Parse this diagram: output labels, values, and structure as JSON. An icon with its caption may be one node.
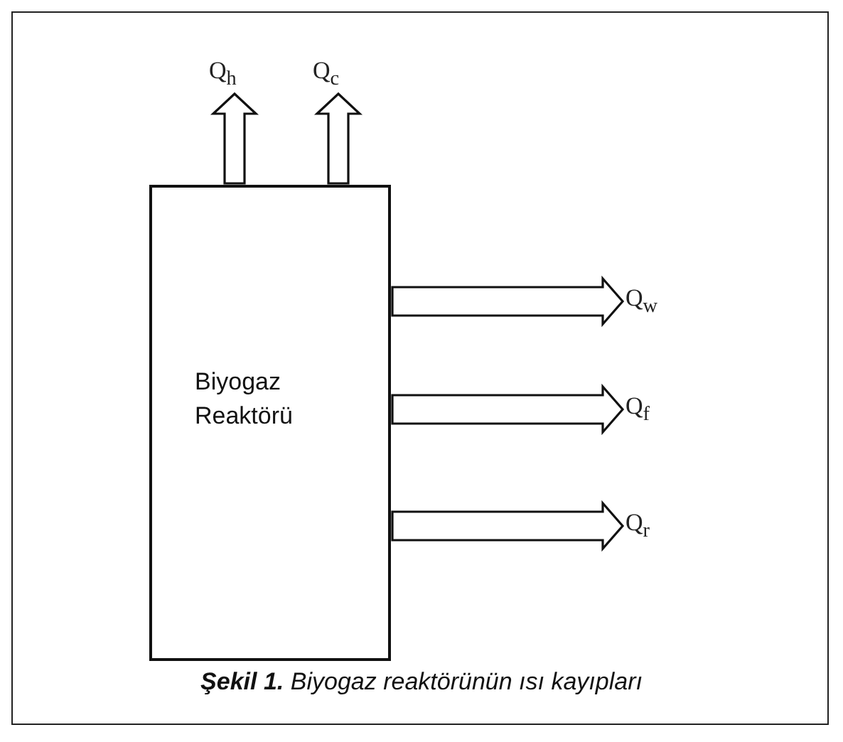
{
  "diagram": {
    "caption": "**Şekil 1.** Biyogaz reaktörünün ısı kayıpları",
    "nodes": [
      {
        "text": [
          "Biyogaz Reaktörü"
        ]
      },
      {
        "text": [
          "Q$_{h}$"
        ]
      },
      {
        "text": [
          "Q$_{c}$"
        ]
      },
      {
        "text": [
          "Q$_{w}$"
        ]
      },
      {
        "text": [
          "Q$_{f}$"
        ]
      },
      {
        "text": [
          "Q$_{r}$"
        ]
      }
    ],
    "edges": [
      {
        "from": 0,
        "to": 1,
        "arrow": "to"
      },
      {
        "from": 0,
        "to": 2,
        "arrow": "to"
      },
      {
        "from": 0,
        "to": 3,
        "arrow": "to"
      },
      {
        "from": 0,
        "to": 4,
        "arrow": "to"
      },
      {
        "from": 0,
        "to": 5,
        "arrow": "to"
      }
    ]
  }
}
